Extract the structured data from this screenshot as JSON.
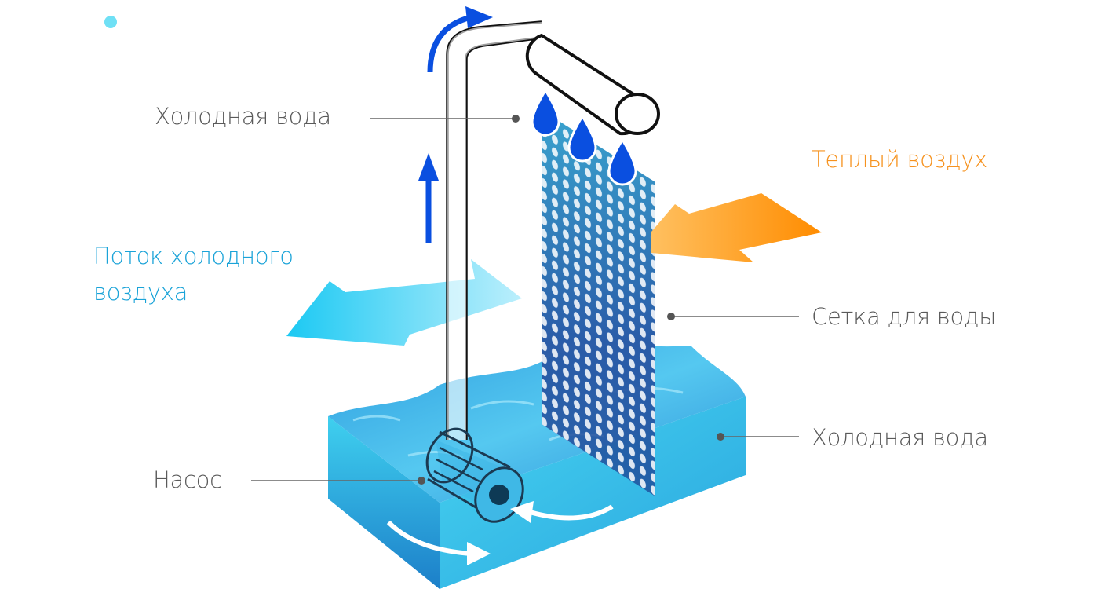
{
  "labels": {
    "cold_water_top": "Холодная вода",
    "warm_air": "Теплый воздух",
    "cold_air_flow_line1": "Поток холодного",
    "cold_air_flow_line2": "воздуха",
    "water_mesh": "Сетка для воды",
    "cold_water_bottom": "Холодная вода",
    "pump": "Насос"
  },
  "colors": {
    "label_gray": "#5a5a5a",
    "warm_orange": "#f6921e",
    "cold_blue": "#1aa3d8",
    "drop_blue": "#0a4fe0",
    "water": "#29b6e8"
  }
}
